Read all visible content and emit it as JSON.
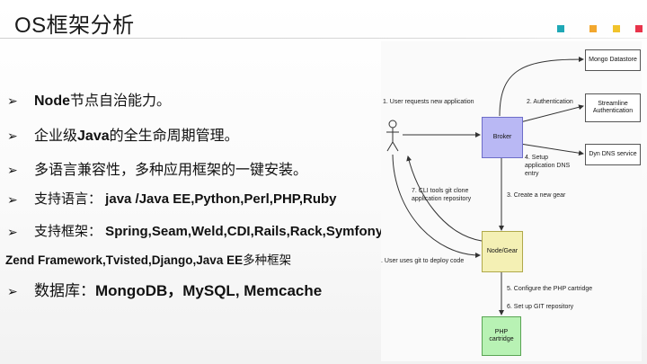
{
  "title": "OS框架分析",
  "colors": {
    "accent_dots": [
      "#1fa8b6",
      "#f2a72e",
      "#f1c32b",
      "#e8334a"
    ],
    "box_fill": "#b9b8f4",
    "box_green_fill": "#b8f2b4",
    "box_yellow_fill": "#f4f0b4"
  },
  "bullets": [
    {
      "icon": "arrow-bullet-icon",
      "parts": [
        {
          "t": "Node",
          "b": true
        },
        {
          "t": "节点自治能力。",
          "b": false
        }
      ]
    },
    {
      "icon": "arrow-bullet-icon",
      "parts": [
        {
          "t": "企业级",
          "b": false
        },
        {
          "t": "Java",
          "b": true
        },
        {
          "t": "的全生命周期管理。",
          "b": false
        }
      ]
    },
    {
      "icon": "arrow-bullet-icon",
      "parts": [
        {
          "t": "多语言兼容性，多种应用框架的一键安装。",
          "b": false
        }
      ]
    },
    {
      "icon": "arrow-bullet-icon",
      "parts": [
        {
          "t": "支持语言：",
          "b": false
        },
        {
          "t": " java /Java EE,Python,Perl,PHP,Ruby",
          "b": true
        }
      ]
    },
    {
      "icon": "arrow-bullet-icon",
      "parts": [
        {
          "t": "支持框架：",
          "b": false
        },
        {
          "t": " Spring,Seam,Weld,CDI,Rails,Rack,Symfony",
          "b": true
        }
      ]
    },
    {
      "icon": "",
      "parts": [
        {
          "t": "Zend Framework,Tvisted,Django,Java EE",
          "b": true
        },
        {
          "t": "多种框架",
          "b": false
        }
      ]
    },
    {
      "icon": "arrow-bullet-icon",
      "parts": [
        {
          "t": "数据库：",
          "b": false
        },
        {
          "t": "MongoDB，MySQL, Memcache",
          "b": true
        }
      ]
    }
  ],
  "diagram": {
    "boxes": {
      "broker": "Broker",
      "node_gear": "Node/Gear",
      "php_cartridge": "PHP cartridge",
      "mongo": "Mongo Datastore",
      "streamline": "Streamline Authentication",
      "dyn_dns": "Dyn DNS service"
    },
    "labels": {
      "step1": "1. User requests new application",
      "step2": "2. Authentication",
      "step3": "3. Create a new gear",
      "step4": "4. Setup application DNS entry",
      "step5": "5. Configure the PHP cartridge",
      "step6": "6. Set up GIT repository",
      "step7": "7. CLI tools git clone application repository",
      "user_git": ". User uses git to deploy code"
    }
  }
}
